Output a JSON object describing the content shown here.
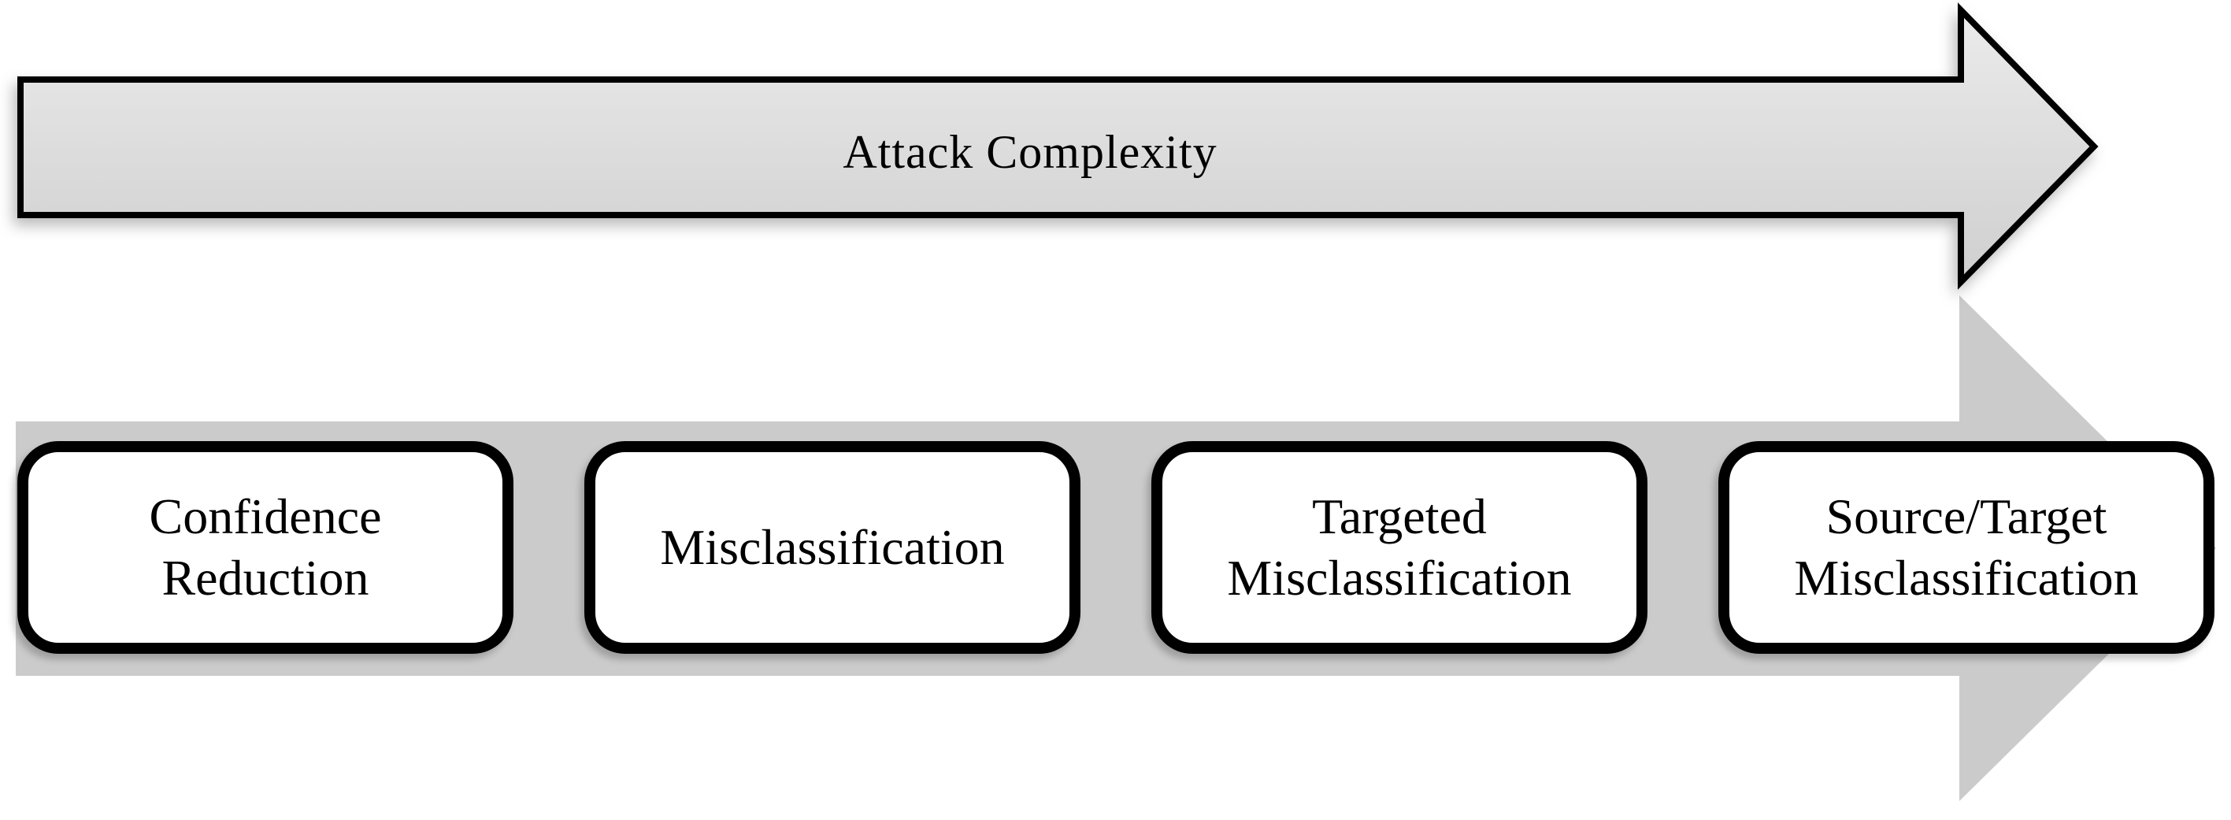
{
  "diagram": {
    "top_arrow": {
      "label": "Attack Complexity"
    },
    "bottom_arrow": {
      "boxes": [
        {
          "line1": "Confidence",
          "line2": "Reduction"
        },
        {
          "line1": "Misclassification"
        },
        {
          "line1": "Targeted",
          "line2": "Misclassification"
        },
        {
          "line1": "Source/Target",
          "line2": "Misclassification"
        }
      ]
    },
    "colors": {
      "top_arrow_fill_top": "#ebebeb",
      "top_arrow_fill_bottom": "#cfcfcf",
      "top_arrow_border": "#000000",
      "bottom_arrow_fill": "#cbcbcb",
      "box_fill": "#ffffff",
      "box_border": "#000000",
      "text_color": "#000000"
    }
  }
}
